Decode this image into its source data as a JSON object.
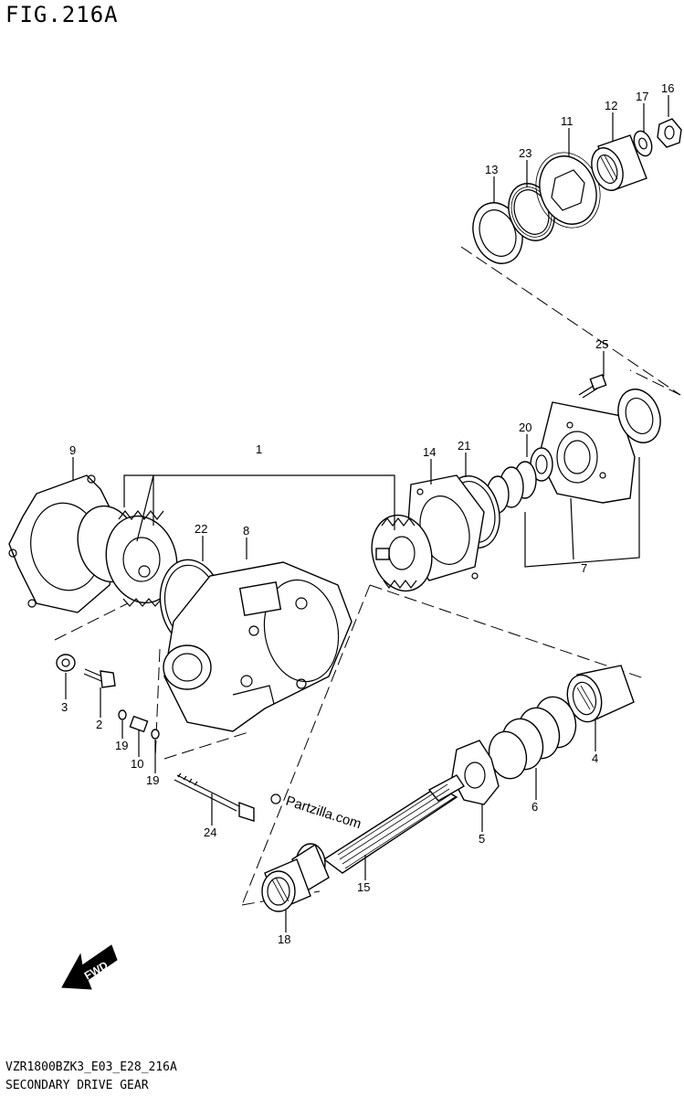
{
  "header": {
    "title": "FIG.216A"
  },
  "footer": {
    "code": "VZR1800BZK3_E03_E28_216A",
    "name": "SECONDARY DRIVE GEAR"
  },
  "watermark": {
    "text": "Partzilla.com"
  },
  "fwd_arrow": {
    "label": "FWD"
  },
  "callouts": {
    "n1": "1",
    "n2": "2",
    "n3": "3",
    "n4": "4",
    "n5": "5",
    "n6": "6",
    "n7": "7",
    "n8": "8",
    "n9": "9",
    "n10": "10",
    "n11": "11",
    "n12": "12",
    "n13": "13",
    "n14": "14",
    "n15": "15",
    "n16": "16",
    "n17": "17",
    "n18": "18",
    "n19a": "19",
    "n19b": "19",
    "n20": "20",
    "n21": "21",
    "n22": "22",
    "n23": "23",
    "n24": "24",
    "n25": "25"
  }
}
